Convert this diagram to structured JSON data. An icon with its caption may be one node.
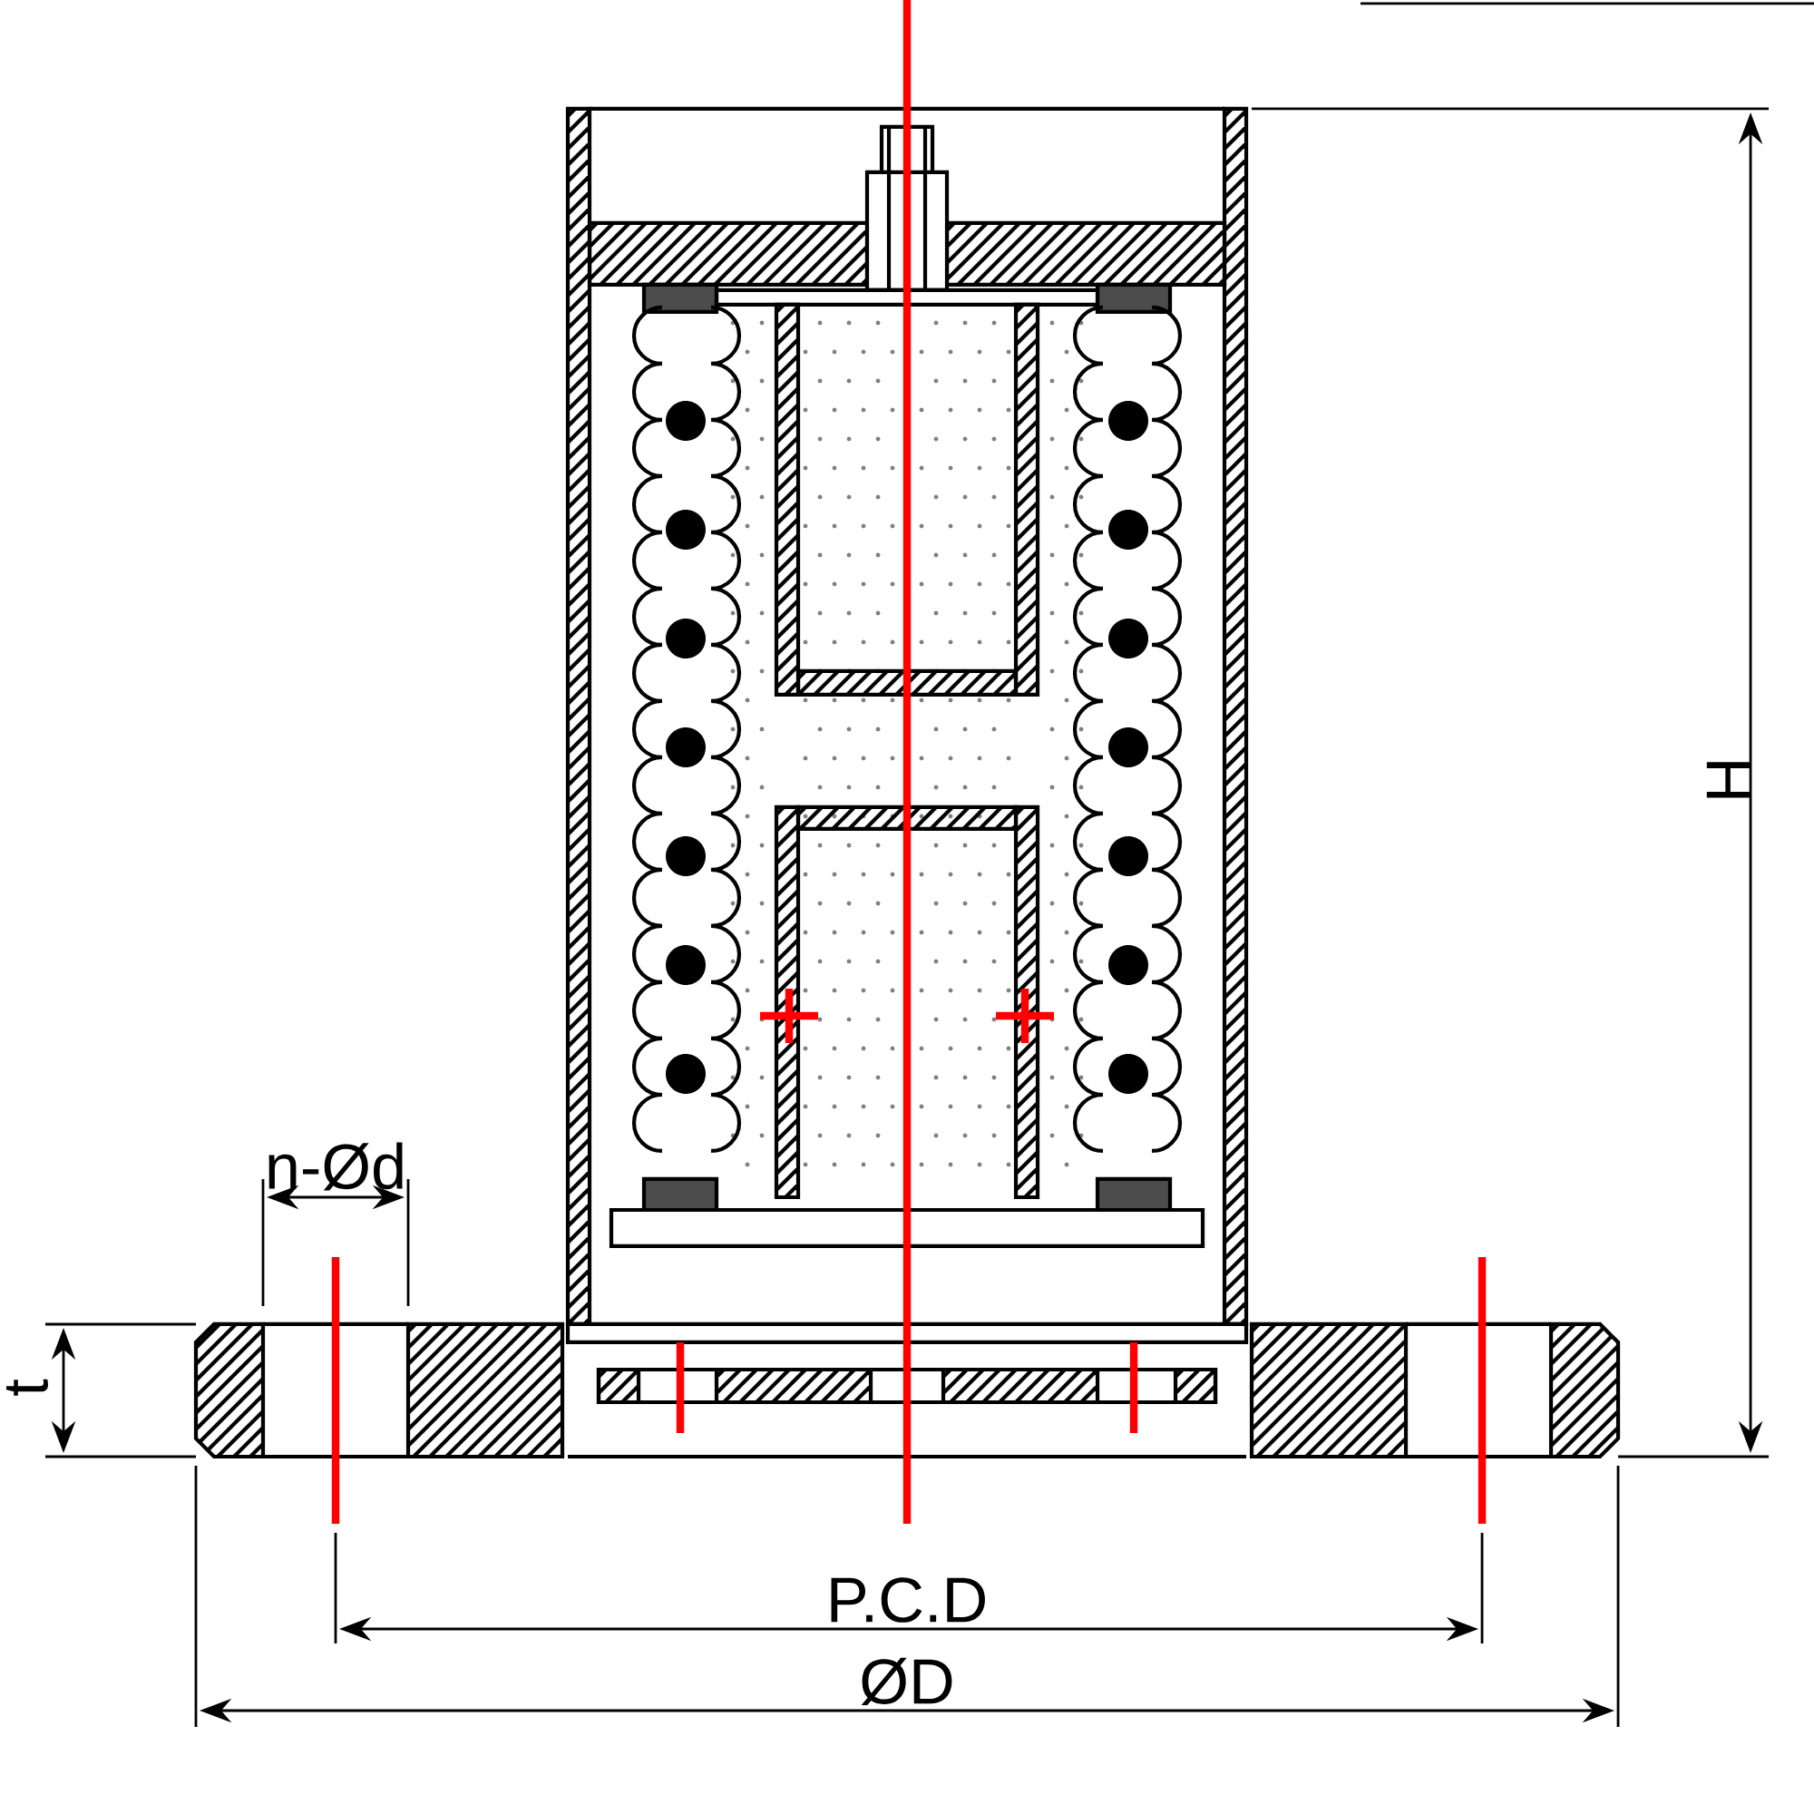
{
  "diagram": {
    "labels": [
      "n-Ød",
      "t",
      "H",
      "P.C.D",
      "ØD"
    ]
  }
}
